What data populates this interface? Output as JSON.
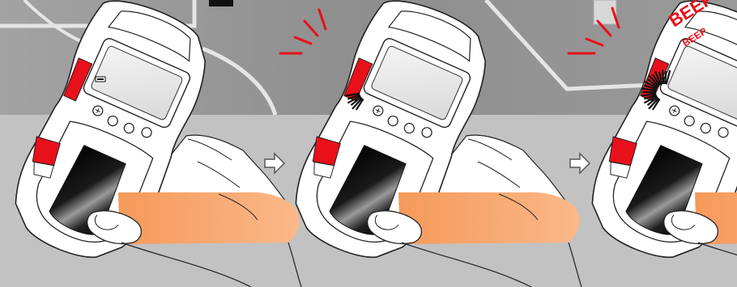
{
  "illustration": {
    "panels": [
      {
        "id": "panel-1",
        "signal_bars": 0,
        "indicator_lines": false
      },
      {
        "id": "panel-2",
        "signal_bars": 6,
        "indicator_lines": true
      },
      {
        "id": "panel-3",
        "signal_bars": 18,
        "indicator_lines": true
      }
    ],
    "beep_large": "BEEP",
    "beep_small": "BEEP",
    "colors": {
      "wall_upper": "#8c8c8c",
      "wall_lower": "#c0c0c0",
      "accent_red": "#e8101a",
      "hand_orange": "#f7a064",
      "device_body": "#ffffff",
      "display_screen": "#e9e9e9",
      "arrow_outline": "#555555"
    },
    "icons": [
      "display-icon",
      "arrow-right-icon",
      "beep-lines-icon"
    ]
  }
}
